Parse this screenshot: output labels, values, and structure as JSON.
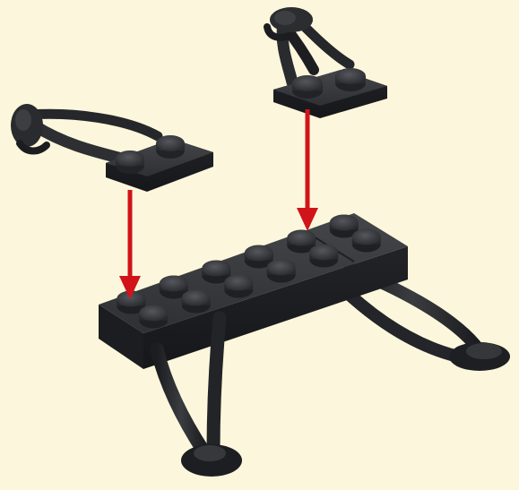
{
  "instruction_step": {
    "description_for_internal_use_only": "",
    "colors": {
      "background": "#fcf7dc",
      "brick": "#2a2b2e",
      "brick_top": "#3a3b3f",
      "brick_side": "#1d1e20",
      "stud_top": "#45474c",
      "stud_side": "#232427",
      "arrow": "#d0141a"
    },
    "parts": [
      {
        "name": "base-plate",
        "icon": "plate-2x6-icon"
      },
      {
        "name": "left-strut-plate",
        "icon": "plate-1x2-with-strut-icon"
      },
      {
        "name": "right-strut-plate",
        "icon": "plate-1x2-with-strut-icon"
      },
      {
        "name": "base-left-leg",
        "icon": "strut-leg-icon"
      },
      {
        "name": "base-right-leg",
        "icon": "strut-leg-icon"
      }
    ],
    "arrows": [
      {
        "name": "left-placement-arrow",
        "icon": "arrow-down-icon"
      },
      {
        "name": "right-placement-arrow",
        "icon": "arrow-down-icon"
      }
    ]
  }
}
